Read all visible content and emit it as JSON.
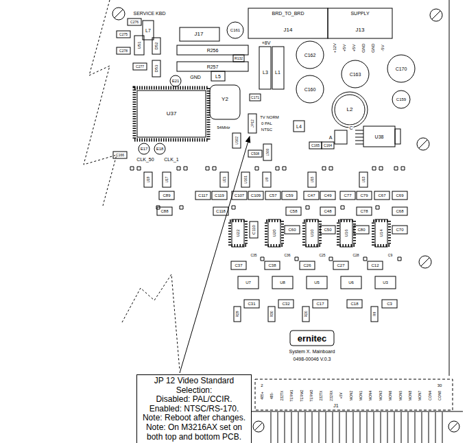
{
  "diagram": {
    "nodes": [
      {
        "text": [
          "JP 12 Video Standard Selection:",
          "Disabled: PAL/CCIR.",
          "Enabled: NTSC/RS-170.",
          "Note: Reboot after changes.",
          "Note: On M3216AX set on both top and bottom PCB."
        ]
      }
    ],
    "labels": [
      "SERVICE KBD",
      "BRD_TO_BRD",
      "SUPPLY",
      "J17",
      "C161",
      "J14",
      "J13",
      "+12V",
      "+5V",
      "+5V",
      "GND",
      "GND",
      "-5V",
      "+8V",
      "L7",
      "C276",
      "C275",
      "C278",
      "U51",
      "D52",
      "D53",
      "C277",
      "R256",
      "R257",
      "R132",
      "E21",
      "GND",
      "L5",
      "L3",
      "L1",
      "C162",
      "C160",
      "C163",
      "C170",
      "C159",
      "L2",
      "U37",
      "Y2",
      "C171",
      "54MHz",
      "E17",
      "E18",
      "CLK_50",
      "CLK_1",
      "TV NORM",
      "0 PAL",
      "NTSC",
      "JP12",
      "U102",
      "L4",
      "C165",
      "C164",
      "C",
      "A",
      "U38",
      "C166",
      "C508",
      "L500",
      "U19",
      "U17",
      "U21",
      "U101",
      "U9",
      "U15",
      "U13",
      "C89",
      "C117",
      "C119",
      "C107",
      "C109",
      "C57",
      "C59",
      "C47",
      "C49",
      "C77",
      "C79",
      "C67",
      "C69",
      "C88",
      "C118",
      "C58",
      "C48",
      "C78",
      "C68",
      "U22",
      "U20",
      "U10",
      "U16",
      "U14",
      "C110",
      "C60",
      "C50",
      "C80",
      "C70",
      "C35",
      "C36",
      "C25",
      "C28",
      "C9",
      "C37",
      "C38",
      "C26",
      "C27",
      "C12",
      "U7",
      "U8",
      "U5",
      "U6",
      "U3",
      "C31",
      "C32",
      "C17",
      "C18",
      "C3",
      "R29",
      "R30",
      "R20",
      "R9",
      "ernitec",
      "System X. Mainboard",
      "0498-00046 V.0.3",
      "2",
      "30",
      "485+",
      "485-",
      "232TX",
      "TERM1",
      "TERM2",
      "TERM3",
      "232TX",
      "232RX",
      "+5V",
      "MON2",
      "MON1",
      "MON4",
      "MON3",
      "MON6",
      "MON5",
      "MON8",
      "MON7",
      "CON4",
      "CON8",
      "J1"
    ]
  }
}
